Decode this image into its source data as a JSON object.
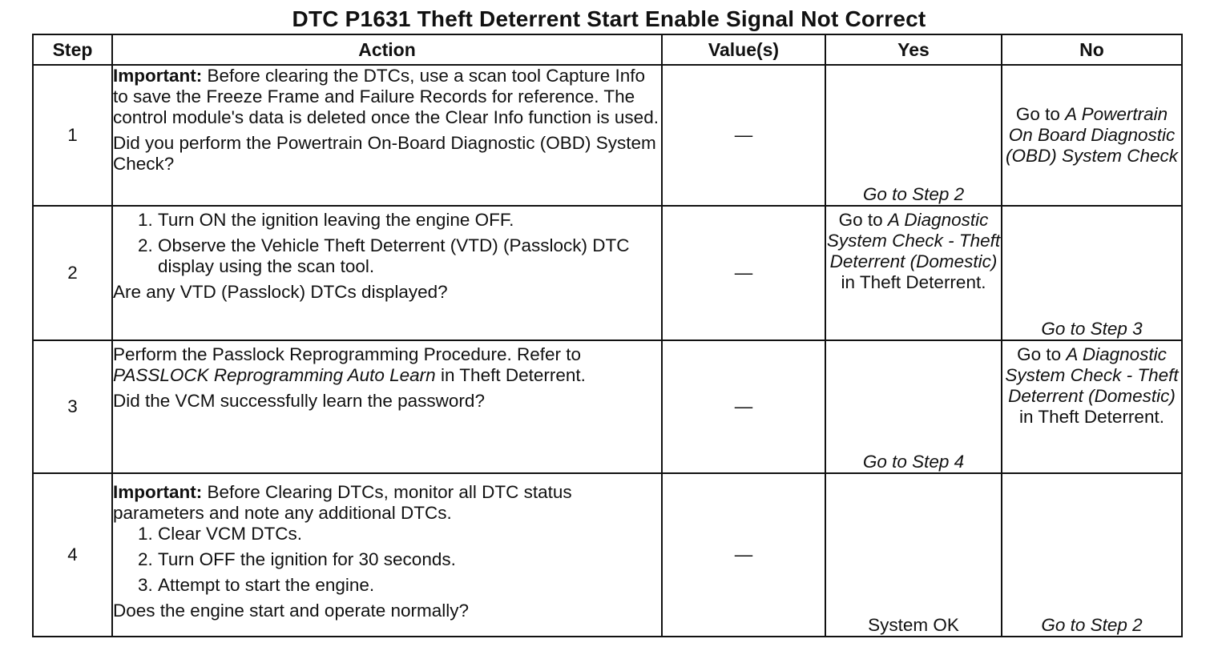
{
  "title": "DTC P1631 Theft Deterrent Start Enable Signal Not Correct",
  "headers": {
    "step": "Step",
    "action": "Action",
    "values": "Value(s)",
    "yes": "Yes",
    "no": "No"
  },
  "rows": [
    {
      "step": "1",
      "important_label": "Important:",
      "important_text": " Before clearing the DTCs, use a scan tool Capture Info to save the Freeze Frame and Failure Records for reference. The control module's data is deleted once the Clear Info function is used.",
      "question": "Did you perform the Powertrain On-Board Diagnostic (OBD) System Check?",
      "value": "—",
      "yes": "Go to Step 2",
      "no_prefix": "Go to ",
      "no_link": "A Powertrain On Board Diagnostic (OBD) System Check"
    },
    {
      "step": "2",
      "substeps": [
        "Turn ON the ignition leaving the engine OFF.",
        "Observe the Vehicle Theft Deterrent (VTD) (Passlock) DTC display using the scan tool."
      ],
      "question": "Are any VTD (Passlock) DTCs displayed?",
      "value": "—",
      "yes_prefix": "Go to ",
      "yes_link": "A Diagnostic System Check - Theft Deterrent (Domestic)",
      "yes_suffix": " in Theft Deterrent.",
      "no": "Go to Step 3"
    },
    {
      "step": "3",
      "text_before": "Perform the Passlock Reprogramming Procedure. Refer to ",
      "text_italic": "PASSLOCK Reprogramming Auto Learn",
      "text_after": " in Theft Deterrent.",
      "question": "Did the VCM successfully learn the password?",
      "value": "—",
      "yes": "Go to Step 4",
      "no_prefix": "Go to ",
      "no_link": "A Diagnostic System Check - Theft Deterrent (Domestic)",
      "no_suffix": " in Theft Deterrent."
    },
    {
      "step": "4",
      "important_label": "Important:",
      "important_text": " Before Clearing DTCs, monitor all DTC status parameters and note any additional DTCs.",
      "substeps": [
        "Clear VCM DTCs.",
        "Turn OFF the ignition for 30 seconds.",
        "Attempt to start the engine."
      ],
      "question": "Does the engine start and operate normally?",
      "value": "—",
      "yes": "System OK",
      "no": "Go to Step 2"
    }
  ]
}
